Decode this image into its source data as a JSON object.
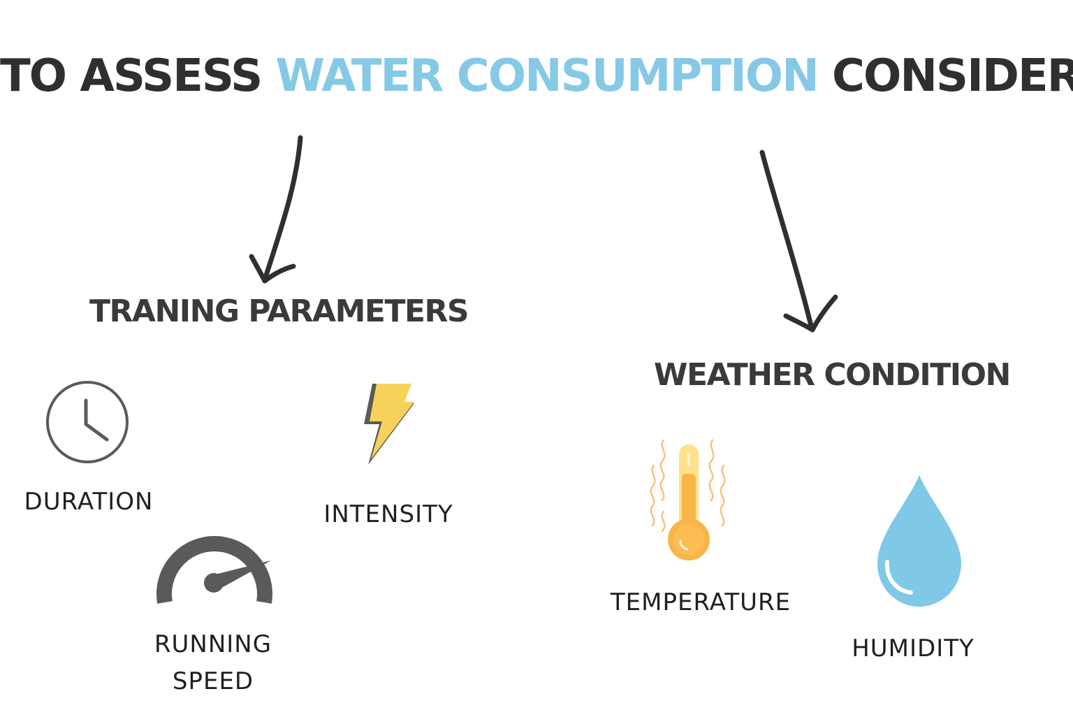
{
  "title": {
    "part1": "TO ASSESS ",
    "highlight": "WATER CONSUMPTION",
    "part2": " CONSIDER",
    "accent_color": "#86c9e6"
  },
  "branches": {
    "training": {
      "heading": "TRANING PARAMETERS",
      "items": {
        "duration": {
          "label": "DURATION",
          "icon": "clock-icon"
        },
        "intensity": {
          "label": "INTENSITY",
          "icon": "lightning-bolt-icon"
        },
        "speed": {
          "label_line1": "RUNNING",
          "label_line2": "SPEED",
          "icon": "speedometer-icon"
        }
      }
    },
    "weather": {
      "heading": "WEATHER CONDITION",
      "items": {
        "temperature": {
          "label": "TEMPERATURE",
          "icon": "thermometer-icon"
        },
        "humidity": {
          "label": "HUMIDITY",
          "icon": "water-drop-icon"
        }
      }
    }
  },
  "colors": {
    "text": "#2f2f2f",
    "icon_gray": "#5a5a5a",
    "bolt_yellow": "#f7d25a",
    "thermo_orange": "#f9b54a",
    "drop_blue": "#7fc8e8"
  }
}
